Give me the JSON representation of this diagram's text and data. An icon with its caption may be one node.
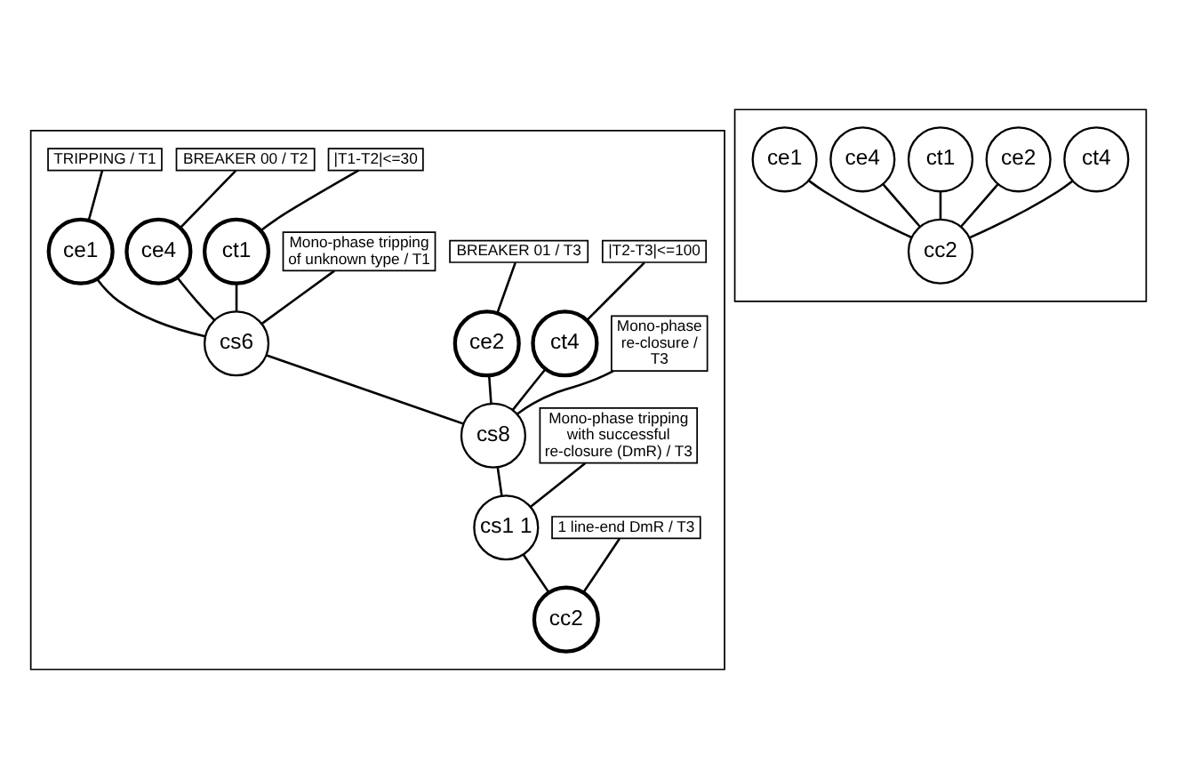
{
  "diagram": {
    "nodes": [
      {
        "text": [],
        "shape": "box"
      },
      {
        "text": [
          "TRIPPING / T1"
        ],
        "in": 0
      },
      {
        "text": [
          "BREAKER 00 / T2"
        ],
        "in": 0
      },
      {
        "text": [
          "|T1-T2|<=30"
        ],
        "in": 0
      },
      {
        "text": [
          "ce1"
        ],
        "in": 0
      },
      {
        "text": [
          "ce4"
        ],
        "in": 0
      },
      {
        "text": [
          "ct1"
        ],
        "in": 0
      },
      {
        "text": [
          "BREAKER 01 / T3"
        ],
        "in": 0
      },
      {
        "text": [
          "cs6"
        ],
        "in": 0
      },
      {
        "text": [
          "ce2"
        ],
        "in": 0
      },
      {
        "text": [
          "ct4"
        ],
        "in": 0
      },
      {
        "text": [
          "|T2-T3|<=100"
        ],
        "in": 0
      },
      {
        "text": [
          "Mono-phase tripping of unknown type / T1"
        ],
        "in": 0
      },
      {
        "text": [
          "cs8"
        ],
        "in": 0
      },
      {
        "text": [
          "Mono-phase re-closure / T3"
        ],
        "in": 0
      },
      {
        "text": [
          "cs1 1"
        ],
        "in": 0
      },
      {
        "text": [
          "Mono-phase tripping with successful re-closure (DmR) / T3"
        ],
        "in": 0
      },
      {
        "text": [
          "cc2"
        ],
        "in": 0
      },
      {
        "text": [
          "1 line-end DmR / T3"
        ],
        "in": 0
      },
      {
        "text": [],
        "shape": "box"
      },
      {
        "text": [
          "ce1"
        ],
        "in": 19
      },
      {
        "text": [
          "ce4"
        ],
        "in": 19
      },
      {
        "text": [
          "ct1"
        ],
        "in": 19
      },
      {
        "text": [
          "ce2"
        ],
        "in": 19
      },
      {
        "text": [
          "ct4"
        ],
        "in": 19
      },
      {
        "text": [
          "cc2"
        ],
        "in": 19
      }
    ],
    "edges": [
      {
        "from": 1,
        "to": 4,
        "arrow": "none"
      },
      {
        "from": 2,
        "to": 5,
        "arrow": "none"
      },
      {
        "from": 3,
        "to": 6,
        "arrow": "none"
      },
      {
        "from": 4,
        "to": 8,
        "arrow": "none"
      },
      {
        "from": 5,
        "to": 8,
        "arrow": "none"
      },
      {
        "from": 6,
        "to": 8,
        "arrow": "none"
      },
      {
        "from": 7,
        "to": 9,
        "arrow": "none"
      },
      {
        "from": 11,
        "to": 10,
        "arrow": "none"
      },
      {
        "from": 12,
        "to": 8,
        "arrow": "none"
      },
      {
        "from": 8,
        "to": 13,
        "arrow": "none"
      },
      {
        "from": 9,
        "to": 13,
        "arrow": "none"
      },
      {
        "from": 10,
        "to": 13,
        "arrow": "none"
      },
      {
        "from": 14,
        "to": 13,
        "arrow": "none"
      },
      {
        "from": 13,
        "to": 15,
        "arrow": "none"
      },
      {
        "from": 16,
        "to": 15,
        "arrow": "none"
      },
      {
        "from": 15,
        "to": 17,
        "arrow": "none"
      },
      {
        "from": 18,
        "to": 17,
        "arrow": "none"
      },
      {
        "from": 20,
        "to": 25,
        "arrow": "none"
      },
      {
        "from": 21,
        "to": 25,
        "arrow": "none"
      },
      {
        "from": 22,
        "to": 25,
        "arrow": "none"
      },
      {
        "from": 23,
        "to": 25,
        "arrow": "none"
      },
      {
        "from": 24,
        "to": 25,
        "arrow": "none"
      }
    ]
  }
}
